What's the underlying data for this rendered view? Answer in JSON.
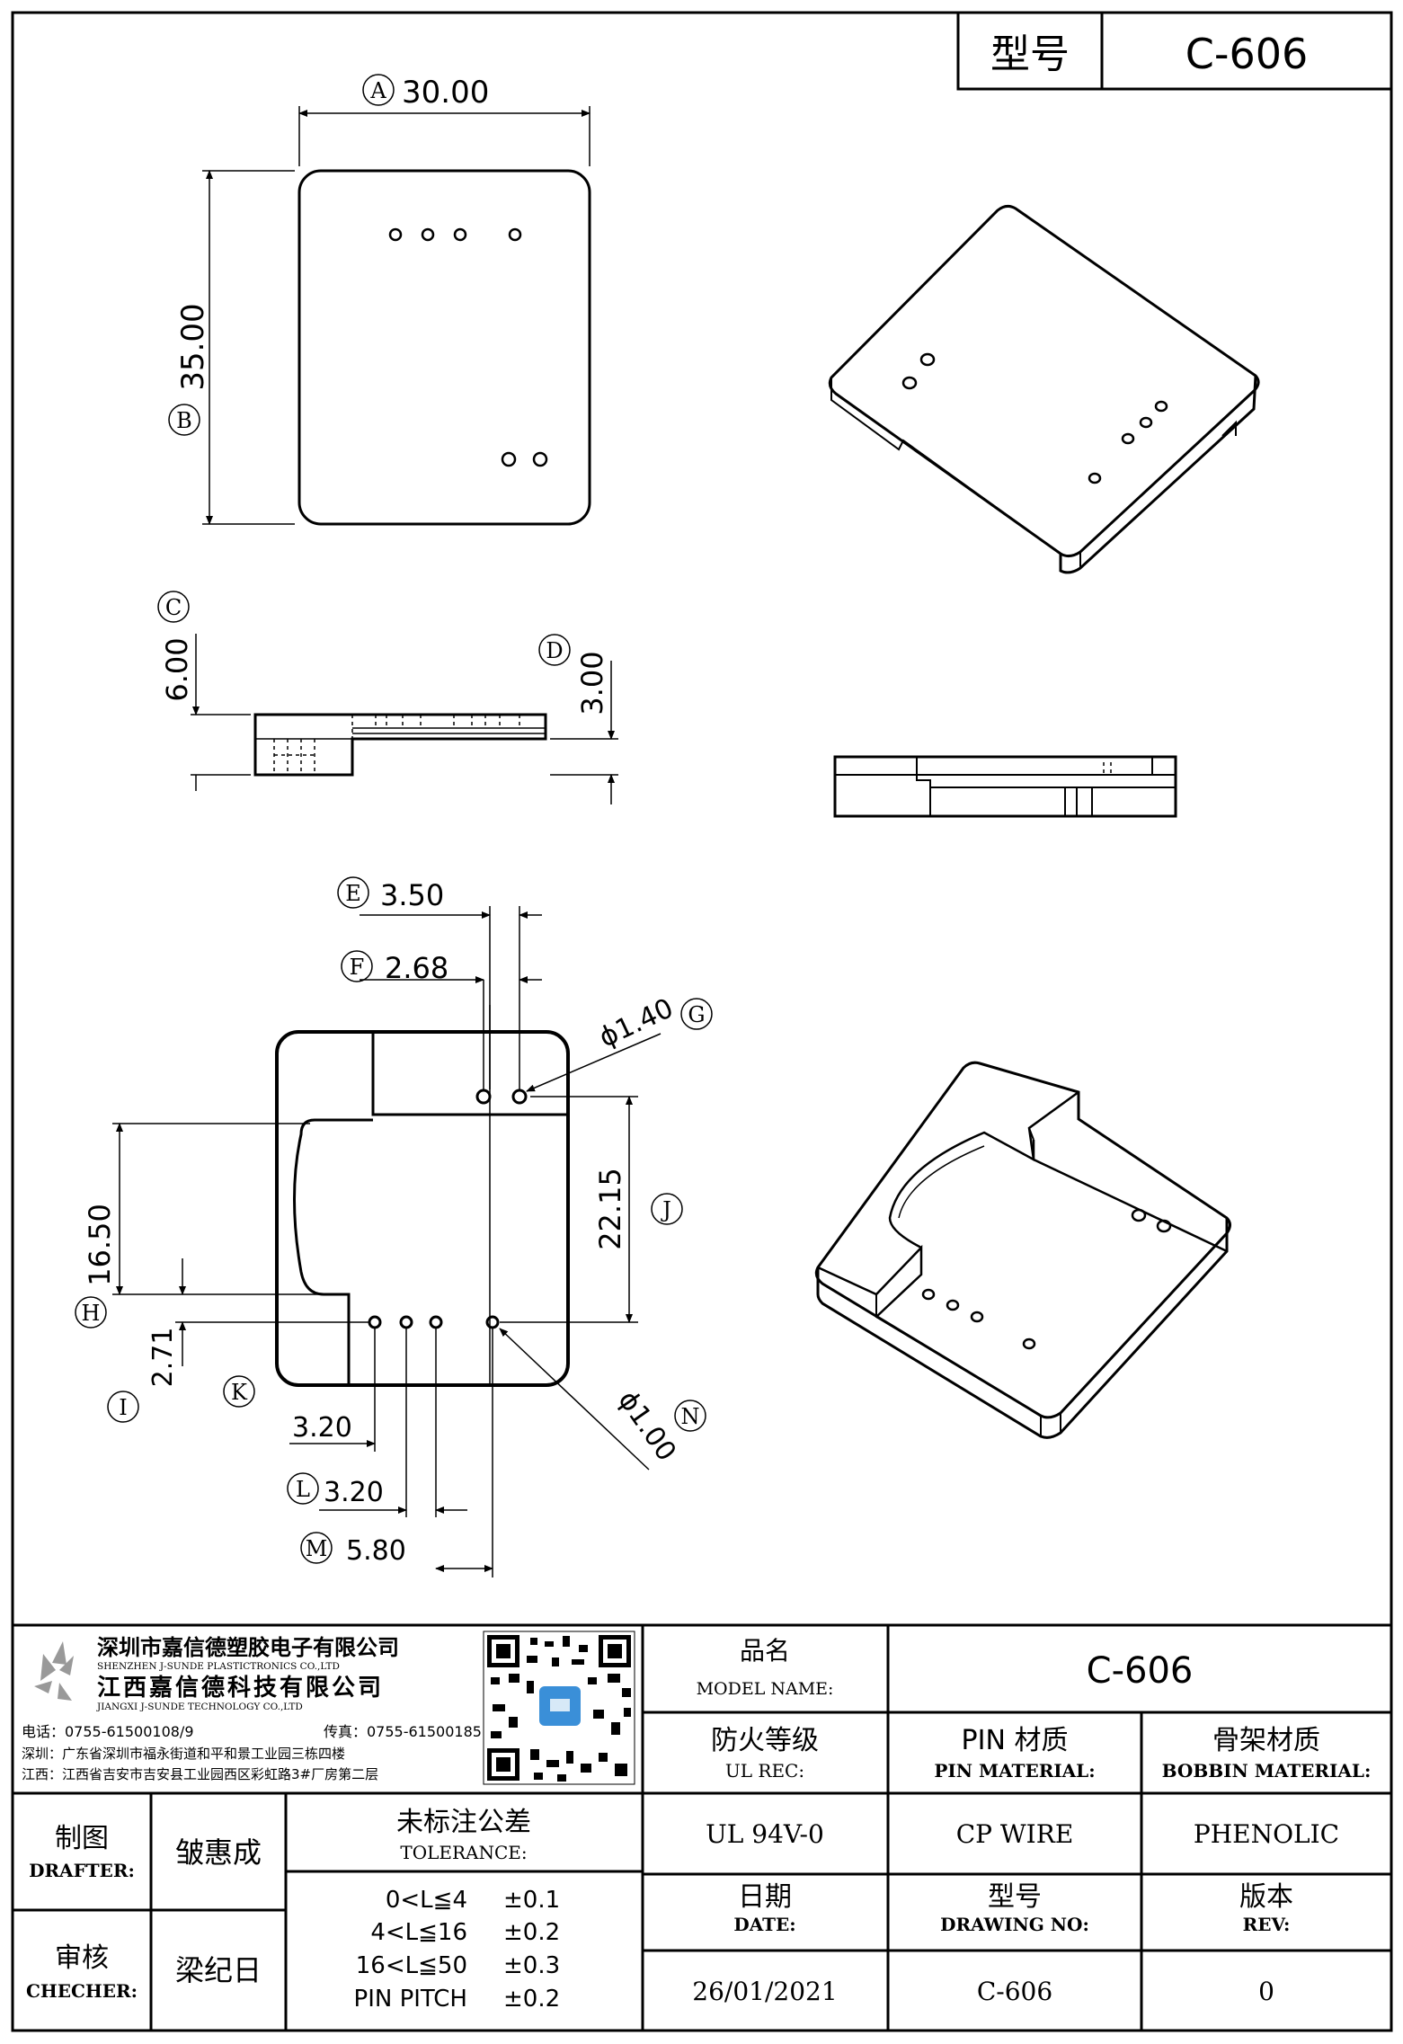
{
  "header": {
    "model_label": "型号",
    "model_value": "C-606"
  },
  "dimensions": {
    "A": {
      "letter": "A",
      "value": "30.00"
    },
    "B": {
      "letter": "B",
      "value": "35.00"
    },
    "C": {
      "letter": "C",
      "value": "6.00"
    },
    "D": {
      "letter": "D",
      "value": "3.00"
    },
    "E": {
      "letter": "E",
      "value": "3.50"
    },
    "F": {
      "letter": "F",
      "value": "2.68"
    },
    "G": {
      "letter": "G",
      "value": "ϕ1.40"
    },
    "H": {
      "letter": "H",
      "value": "16.50"
    },
    "I": {
      "letter": "I",
      "value": "2.71"
    },
    "J": {
      "letter": "J",
      "value": "22.15"
    },
    "K": {
      "letter": "K",
      "value": "3.20"
    },
    "L": {
      "letter": "L",
      "value": "3.20"
    },
    "M": {
      "letter": "M",
      "value": "5.80"
    },
    "N": {
      "letter": "N",
      "value": "ϕ1.00"
    }
  },
  "company": {
    "name_cn_1": "深圳市嘉信德塑胶电子有限公司",
    "name_en_1": "SHENZHEN J-SUNDE PLASTICTRONICS CO.,LTD",
    "name_cn_2": "江西嘉信德科技有限公司",
    "name_en_2": "JIANGXI J-SUNDE TECHNOLOGY CO.,LTD",
    "phone": "电话：0755-61500108/9",
    "fax": "传真：0755-61500185",
    "addr_sz": "深圳：广东省深圳市福永街道和平和景工业园三栋四楼",
    "addr_jx": "江西：江西省吉安市吉安县工业园西区彩虹路3#厂房第二层"
  },
  "title_block": {
    "model_name_cn": "品名",
    "model_name_en": "MODEL NAME:",
    "model_name_value": "C-606",
    "ul_cn": "防火等级",
    "ul_en": "UL REC:",
    "ul_value": "UL 94V-0",
    "pin_cn": "PIN 材质",
    "pin_en": "PIN MATERIAL:",
    "pin_value": "CP WIRE",
    "bobbin_cn": "骨架材质",
    "bobbin_en": "BOBBIN MATERIAL:",
    "bobbin_value": "PHENOLIC",
    "drafter_cn": "制图",
    "drafter_en": "DRAFTER:",
    "drafter_name": "皱惠成",
    "checker_cn": "审核",
    "checker_en": "CHECHER:",
    "checker_name": "梁纪日",
    "tolerance_cn": "未标注公差",
    "tolerance_en": "TOLERANCE:",
    "tolerances": [
      {
        "range": "0<L≦4",
        "value": "±0.1"
      },
      {
        "range": "4<L≦16",
        "value": "±0.2"
      },
      {
        "range": "16<L≦50",
        "value": "±0.3"
      },
      {
        "range": "PIN PITCH",
        "value": "±0.2"
      }
    ],
    "date_cn": "日期",
    "date_en": "DATE:",
    "date_value": "26/01/2021",
    "drawing_cn": "型号",
    "drawing_en": "DRAWING NO:",
    "drawing_value": "C-606",
    "rev_cn": "版本",
    "rev_en": "REV:",
    "rev_value": "0"
  }
}
